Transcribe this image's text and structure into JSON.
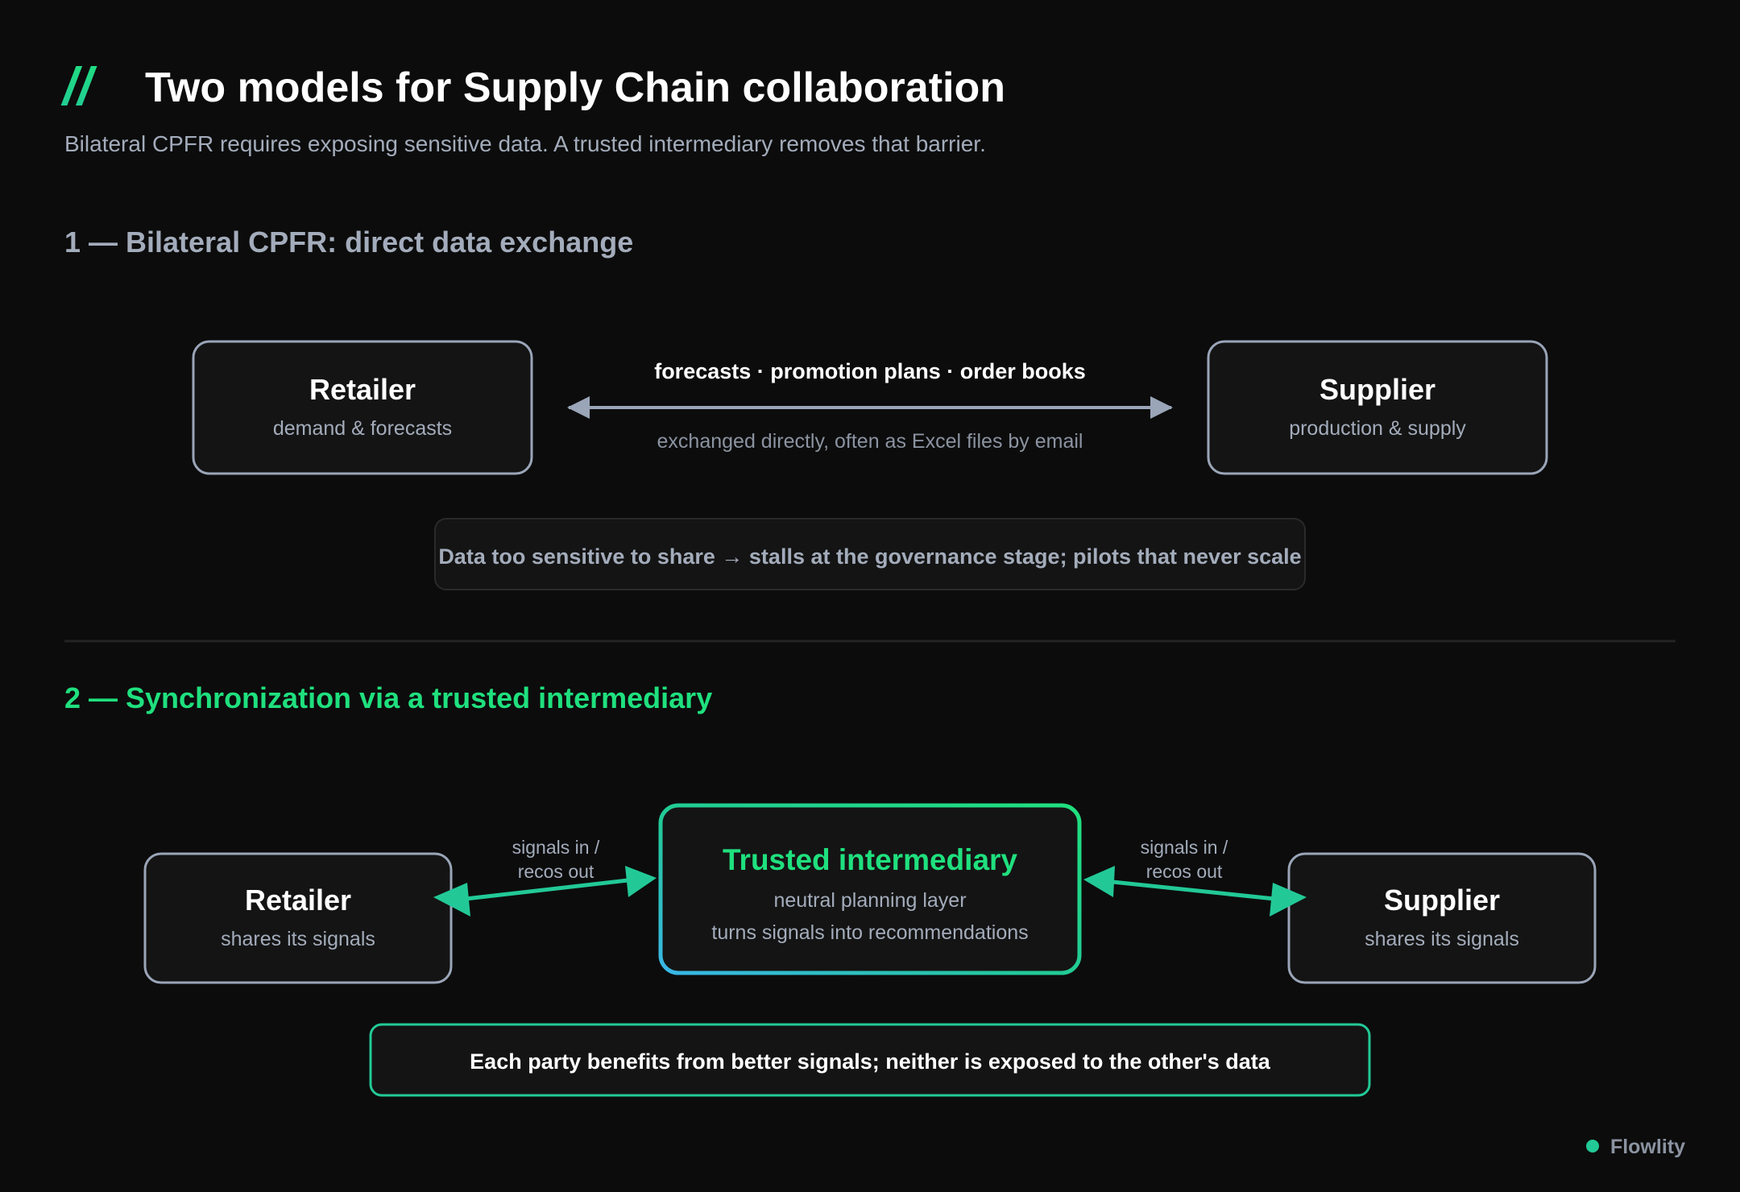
{
  "header": {
    "logo_mark": "//",
    "title": "Two models for Supply Chain collaboration",
    "subtitle": "Bilateral CPFR requires exposing sensitive data. A trusted intermediary removes that barrier."
  },
  "section1": {
    "heading": "1 — Bilateral CPFR: direct data exchange",
    "retailer": {
      "name": "Retailer",
      "desc": "demand & forecasts"
    },
    "supplier": {
      "name": "Supplier",
      "desc": "production & supply"
    },
    "exchange_label": "forecasts · promotion plans · order books",
    "exchange_sublabel": "exchanged directly, often as Excel files by email",
    "problem_note": "Data too sensitive to share → stalls at the governance stage; pilots that never scale"
  },
  "section2": {
    "heading": "2 — Synchronization via a trusted intermediary",
    "retailer": {
      "name": "Retailer",
      "desc": "shares its signals"
    },
    "supplier": {
      "name": "Supplier",
      "desc": "shares its signals"
    },
    "intermediary": {
      "name": "Trusted intermediary",
      "desc1": "neutral planning layer",
      "desc2": "turns signals into recommendations"
    },
    "left_flow": {
      "line1": "signals in /",
      "line2": "recos out"
    },
    "right_flow": {
      "line1": "signals in /",
      "line2": "recos out"
    },
    "benefit_note": "Each party benefits from better signals; neither is exposed to the other's data"
  },
  "footer": {
    "brand": "Flowlity"
  },
  "colors": {
    "background": "#0c0c0c",
    "accent_green": "#1fe07e",
    "accent_teal": "#22c997",
    "accent_blue": "#3ab6e8",
    "neutral_border": "#9aa5b8",
    "muted_text": "#a3acbb"
  }
}
